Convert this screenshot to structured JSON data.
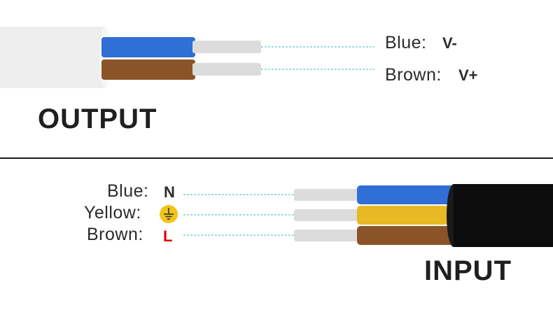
{
  "output": {
    "heading": "OUTPUT",
    "wires": [
      {
        "color_name": "Blue:",
        "code": "V-",
        "wire_color": "#2f6fd6",
        "code_color": "#2b2b2b"
      },
      {
        "color_name": "Brown:",
        "code": "V+",
        "wire_color": "#8a5428",
        "code_color": "#2b2b2b"
      }
    ],
    "sheath_color": "#eeeeee"
  },
  "input": {
    "heading": "INPUT",
    "wires": [
      {
        "color_name": "Blue:",
        "code": "N",
        "wire_color": "#2f6fd6",
        "code_color": "#2b2b2b",
        "icon": ""
      },
      {
        "color_name": "Yellow:",
        "code": "",
        "wire_color": "#e6b925",
        "code_color": "#2b2b2b",
        "icon": "ground-icon"
      },
      {
        "color_name": "Brown:",
        "code": "L",
        "wire_color": "#8a5428",
        "code_color": "#e00000",
        "icon": ""
      }
    ],
    "sheath_color": "#0c0c0c"
  },
  "colors": {
    "guide_line": "#7fd3cf",
    "conductor": "#dcdcdc",
    "divider": "#1a1a1a"
  }
}
